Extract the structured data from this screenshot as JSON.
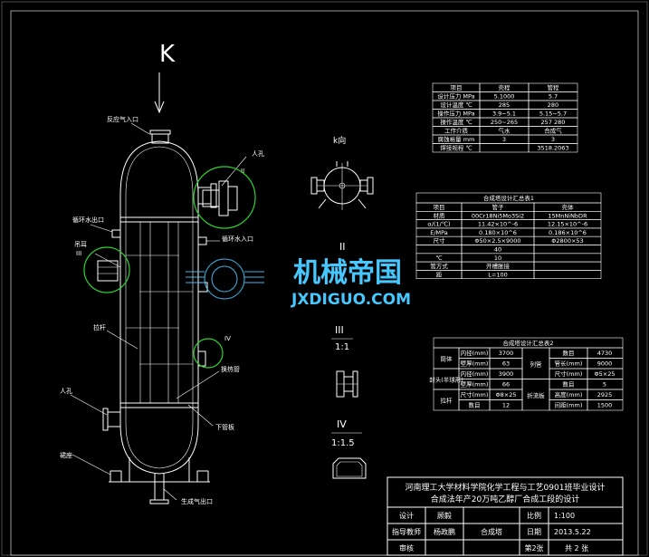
{
  "view_k": {
    "arrow_letter": "K",
    "caption": "k向"
  },
  "labels": {
    "feed_gas_inlet": "反应气入口",
    "manhole_top": "人孔",
    "mark_ii": "II",
    "circ_water_outlet": "循环水出口",
    "circ_water_inlet": "循环水入口",
    "lug": "吊耳",
    "mark_iii": "III",
    "tie_rod": "拉杆",
    "mark_iv": "IV",
    "heat_tube": "换热管",
    "manhole_bottom": "人孔",
    "lower_tubesheet": "下管板",
    "skirt": "裙座",
    "product_outlet": "生成气出口"
  },
  "detail_views": [
    {
      "numeral": "II",
      "scale": ""
    },
    {
      "numeral": "III",
      "scale": "1:1"
    },
    {
      "numeral": "IV",
      "scale": "1:1.5"
    }
  ],
  "design_table": {
    "headers": [
      "项目",
      "壳程",
      "管程"
    ],
    "rows": [
      [
        "设计压力 MPa",
        "5.1000",
        "5.7"
      ],
      [
        "设计温度 ℃",
        "285",
        "280"
      ],
      [
        "操作压力 MPa",
        "3.9~5.1",
        "5.15~5.7"
      ],
      [
        "操作温度 ℃",
        "250~265",
        "257 280"
      ],
      [
        "工作介质",
        "气水",
        "合成气"
      ],
      [
        "腐蚀裕量 mm",
        "3",
        "3"
      ],
      [
        "焊接规程 ℃",
        "",
        "3518.2063"
      ]
    ]
  },
  "summary1": {
    "title": "合成塔设计汇总表1",
    "headers": [
      "项目",
      "管子",
      "壳体"
    ],
    "rows": [
      [
        "材质",
        "00Cr18Ni5Mo3Si2",
        "15MnNiNbDR"
      ],
      [
        "α/(1/℃)",
        "11.42×10^-6",
        "12.15×10^-6"
      ],
      [
        "E/MPa",
        "0.180×10^6",
        "0.186×10^6"
      ],
      [
        "尺寸",
        "Φ50×2.5×9000",
        "Φ2800×53"
      ],
      [
        "",
        "40",
        ""
      ],
      [
        "℃",
        "10",
        ""
      ],
      [
        "管方式",
        "开槽胀接",
        ""
      ],
      [
        "距",
        "L=100",
        ""
      ]
    ]
  },
  "summary2": {
    "title": "合成塔设计汇总表2",
    "shell_group": "筒体",
    "shell_rows": [
      [
        "内径(mm)",
        "3700"
      ],
      [
        "壁厚(mm)",
        "63"
      ]
    ],
    "head_group": "封头(半球形)",
    "head_rows": [
      [
        "内径(mm)",
        "3900"
      ],
      [
        "壁厚(mm)",
        "66"
      ]
    ],
    "rod_group": "拉杆",
    "rod_rows": [
      [
        "尺寸(mm)",
        "Φ8×25"
      ],
      [
        "数目",
        "12"
      ]
    ],
    "tube_group": "列管",
    "tube_rows": [
      [
        "数目",
        "4730"
      ],
      [
        "管长(mm)",
        "9000"
      ],
      [
        "尺寸(mm)",
        "Φ5×25"
      ]
    ],
    "baffle_group": "折流板",
    "baffle_rows": [
      [
        "数目",
        "5"
      ],
      [
        "高度(mm)",
        "2925"
      ],
      [
        "间距(mm)",
        "1500"
      ]
    ]
  },
  "watermark": {
    "cn": "机械帝国",
    "en": "JXDIGUO.COM"
  },
  "title_block": {
    "line1": "河南理工大学材料学院化学工程与工艺0901班毕业设计",
    "line2": "合成法年产20万吨乙醇厂合成工段的设计",
    "design_label": "设计",
    "designer": "顾毅",
    "advisor_label": "指导教师",
    "advisor": "杨政鹏",
    "review_label": "审核",
    "drawing_name": "合成塔",
    "scale_label": "比例",
    "scale_value": "1:100",
    "date_label": "日期",
    "date_value": "2013.5.22",
    "sheet_label": "第2张",
    "total_label": "共 2 张"
  },
  "colors": {
    "background": "#000000",
    "lines": "#ffffff",
    "detail_circles": "#2bd42b",
    "watermark": "#46c8ff"
  }
}
